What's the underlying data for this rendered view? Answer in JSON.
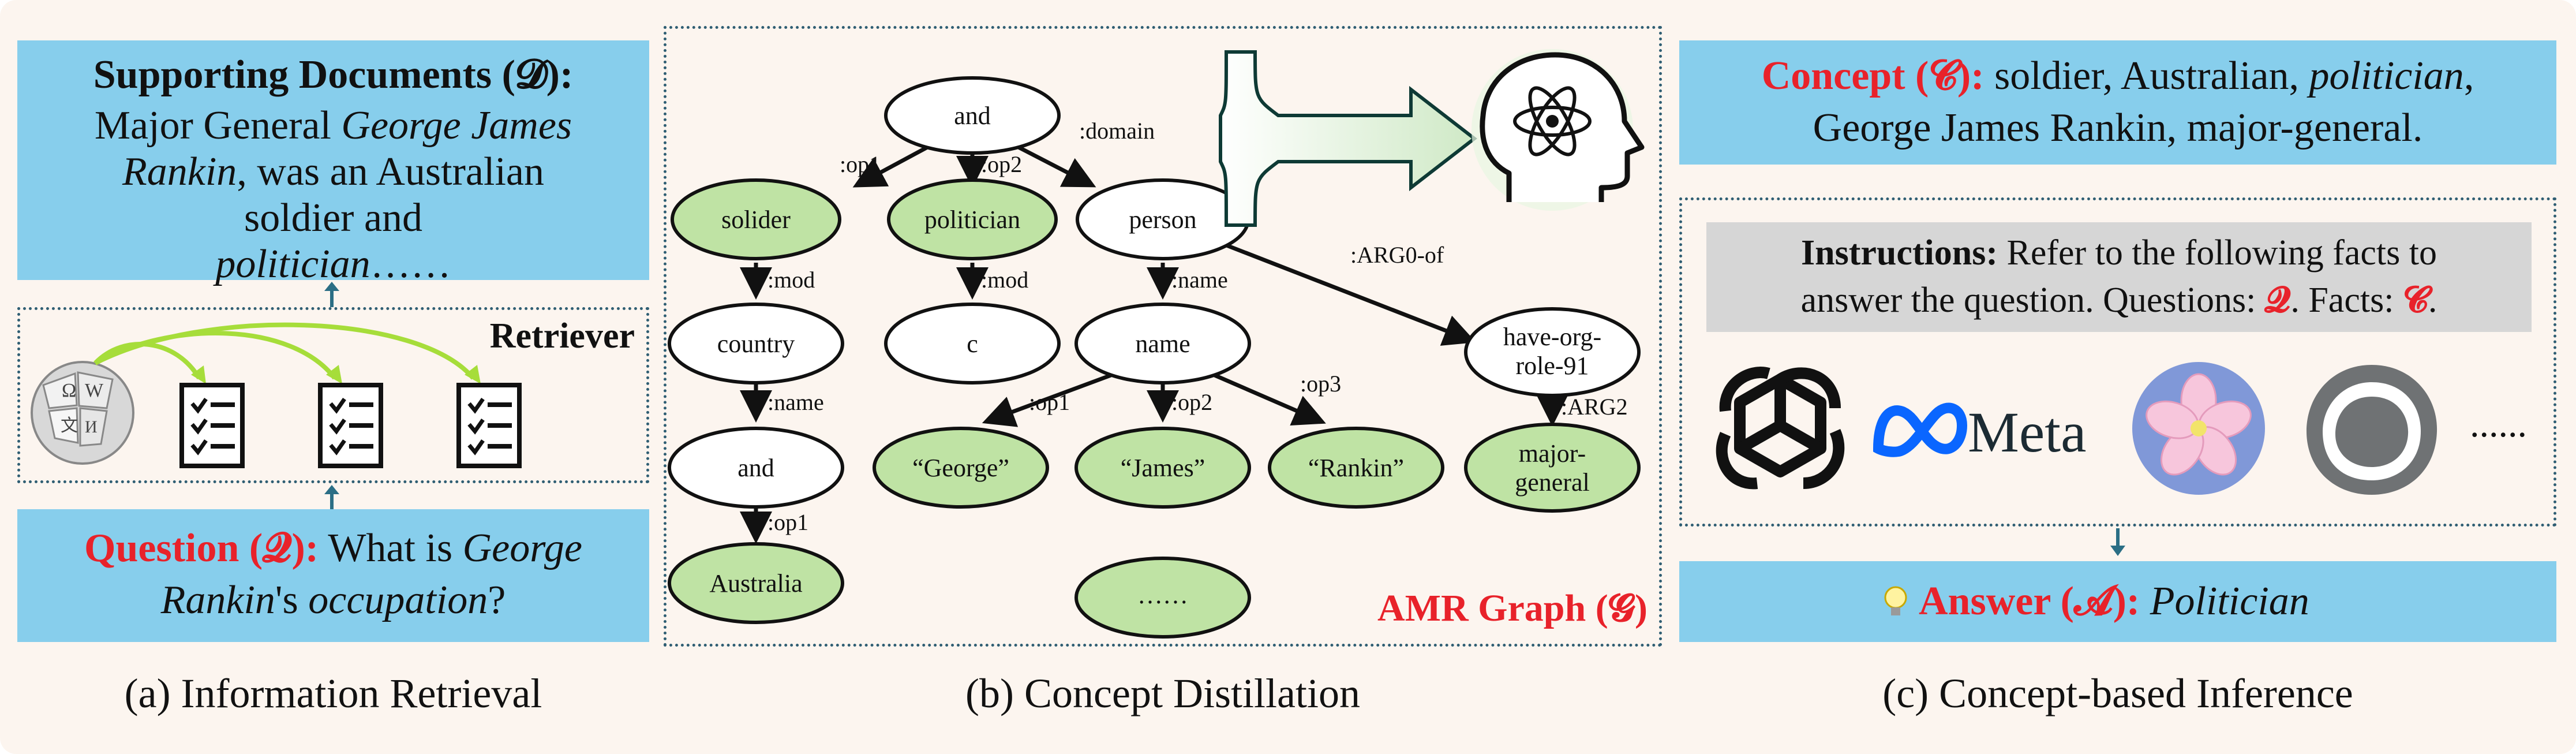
{
  "panel_a": {
    "docs_title": "Supporting Documents (𝓓):",
    "docs_lines": [
      [
        {
          "t": "Major General "
        },
        {
          "t": "George James",
          "i": true
        }
      ],
      [
        {
          "t": "Rankin",
          "i": true
        },
        {
          "t": ", was an Australian"
        }
      ],
      [
        {
          "t": "soldier and "
        }
      ],
      [
        {
          "t": "politician",
          "i": true
        },
        {
          "t": "……"
        }
      ]
    ],
    "retriever_label": "Retriever",
    "question_title": "Question (𝓠):",
    "question_rest": " What is ",
    "question_italic1": "George",
    "question_line2_italic": "Rankin",
    "question_line2_mid": "'s ",
    "question_line2_italic2": "occupation",
    "question_line2_end": "?",
    "caption": "(a) Information Retrieval"
  },
  "panel_b": {
    "caption": "(b) Concept Distillation",
    "graph_label": "AMR Graph (𝓖)",
    "nodes": {
      "and_root": "and",
      "solider": "solider",
      "politician": "politician",
      "person": "person",
      "country": "country",
      "c": "c",
      "name": "name",
      "have_org_1": "have-org-",
      "have_org_2": "role-91",
      "and_country": "and",
      "george": "“George”",
      "james": "“James”",
      "rankin": "“Rankin”",
      "major_1": "major-",
      "major_2": "general",
      "australia": "Australia",
      "ellipsis": "……"
    },
    "edges": {
      "op1": ":op1",
      "op2": ":op2",
      "domain": ":domain",
      "mod_1": ":mod",
      "mod_2": ":mod",
      "name_1": ":name",
      "name_2": ":name",
      "arg0_of": ":ARG0-of",
      "op1_b": ":op1",
      "op2_b": ":op2",
      "op3_b": ":op3",
      "arg2": ":ARG2",
      "op1_c": ":op1"
    }
  },
  "panel_c": {
    "concept_title": "Concept (𝓒):",
    "concept_line1_a": " soldier, Australian, ",
    "concept_line1_i": "politician",
    "concept_line1_b": ",",
    "concept_line2": "George James Rankin, major-general.",
    "instr_bold": "Instructions:",
    "instr_line1": " Refer to the following facts to",
    "instr_line2_a": "answer the question. Questions: ",
    "instr_q": "𝓠",
    "instr_line2_b": ". Facts: ",
    "instr_c": "𝓒",
    "instr_line2_c": ".",
    "meta_label": "Meta",
    "more": "......",
    "answer_title": "Answer (𝓐):",
    "answer_value": "Politician",
    "caption": "(c) Concept-based Inference"
  },
  "colors": {
    "box_blue": "#87ceec",
    "node_green": "#bfe3a4",
    "red": "#e8222a",
    "meta_blue": "#0a66ff"
  }
}
